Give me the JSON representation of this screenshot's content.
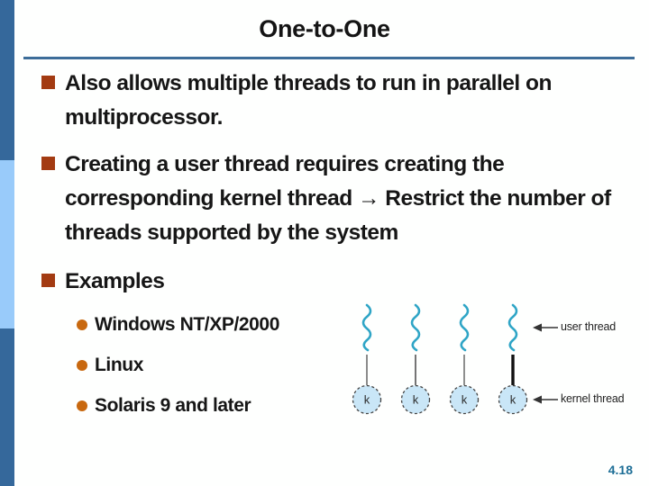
{
  "slide": {
    "title": "One-to-One",
    "page_number": "4.18"
  },
  "content": {
    "bullets": [
      "Also allows multiple threads to run in parallel on multiprocessor.",
      "Creating a user thread requires creating the corresponding kernel thread → Restrict the number of threads supported by the system",
      "Examples"
    ],
    "examples": [
      "Windows NT/XP/2000",
      "Linux",
      "Solaris 9 and later"
    ]
  },
  "diagram": {
    "kernel_label": "k",
    "user_thread_label": "user thread",
    "kernel_thread_label": "kernel thread",
    "user_thread_count": 4,
    "kernel_thread_count": 4
  },
  "colors": {
    "sidebar_dark": "#35689B",
    "sidebar_light": "#99CBFA",
    "title_rule": "#3D6D99",
    "bullet_square": "#A33B12",
    "example_dot": "#C8680F",
    "squiggle": "#2FA5C6",
    "kernel_circle_fill": "#C9E6F7",
    "page_number": "#1D6E96"
  }
}
